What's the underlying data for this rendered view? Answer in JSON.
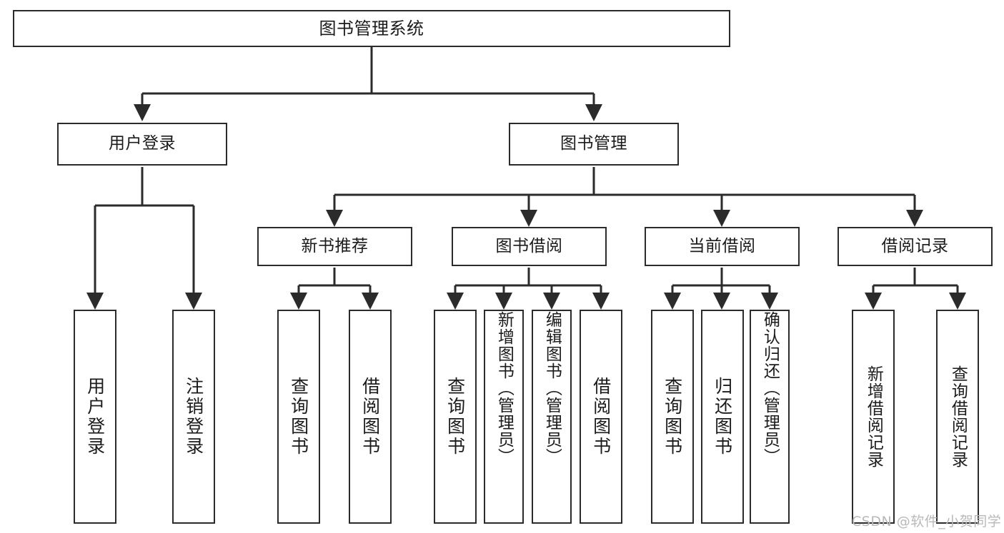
{
  "diagram": {
    "type": "tree-hierarchy",
    "title": "图书管理系统",
    "watermark": "CSDN @软件_小贺同学",
    "colors": {
      "stroke": "#2b2b2b",
      "fill": "#ffffff",
      "text": "#1b1b1b",
      "watermark": "#b9b9b9"
    },
    "nodes": {
      "root": {
        "label": "图书管理系统"
      },
      "level1": [
        {
          "id": "user-login",
          "label": "用户登录"
        },
        {
          "id": "book-manage",
          "label": "图书管理"
        }
      ],
      "level2": [
        {
          "id": "new-book-rec",
          "label": "新书推荐"
        },
        {
          "id": "book-borrow",
          "label": "图书借阅"
        },
        {
          "id": "current-borrow",
          "label": "当前借阅"
        },
        {
          "id": "borrow-record",
          "label": "借阅记录"
        }
      ],
      "leaves": {
        "user_login": [
          {
            "id": "leaf-user-login",
            "label": "用户登录"
          },
          {
            "id": "leaf-user-logout",
            "label": "注销登录"
          }
        ],
        "new_book_rec": [
          {
            "id": "leaf-query-book-1",
            "label": "查询图书"
          },
          {
            "id": "leaf-borrow-book-1",
            "label": "借阅图书"
          }
        ],
        "book_borrow": [
          {
            "id": "leaf-query-book-2",
            "label": "查询图书"
          },
          {
            "id": "leaf-add-book",
            "label": "新增图书（管理员）"
          },
          {
            "id": "leaf-edit-book",
            "label": "编辑图书（管理员）"
          },
          {
            "id": "leaf-borrow-book-2",
            "label": "借阅图书"
          }
        ],
        "current_borrow": [
          {
            "id": "leaf-query-book-3",
            "label": "查询图书"
          },
          {
            "id": "leaf-return-book",
            "label": "归还图书"
          },
          {
            "id": "leaf-confirm-return",
            "label": "确认归还（管理员）"
          }
        ],
        "borrow_record": [
          {
            "id": "leaf-add-record",
            "label": "新增借阅记录"
          },
          {
            "id": "leaf-query-record",
            "label": "查询借阅记录"
          }
        ]
      }
    }
  }
}
